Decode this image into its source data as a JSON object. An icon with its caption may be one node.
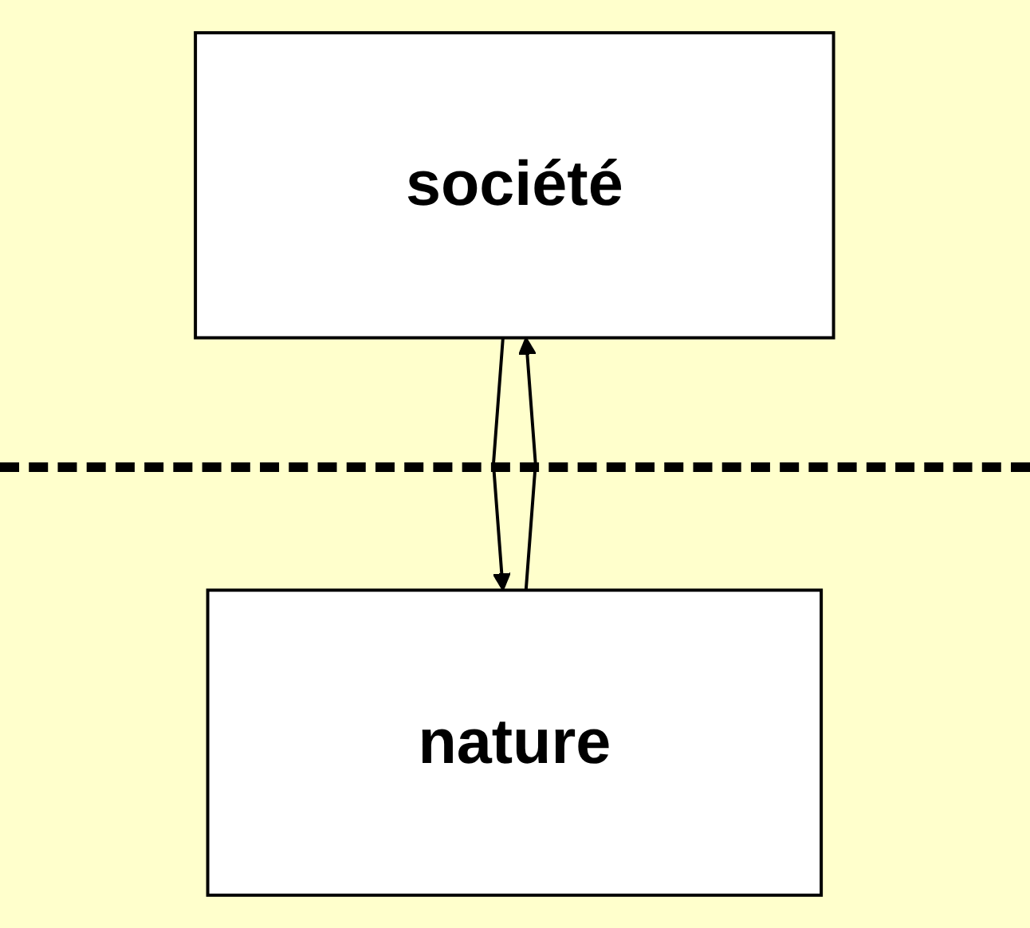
{
  "diagram": {
    "nodes": [
      {
        "text": [
          "société"
        ]
      },
      {
        "text": [
          "nature"
        ]
      }
    ],
    "edges": [
      {
        "from": 0,
        "to": 1,
        "arrow": "to"
      },
      {
        "from": 1,
        "to": 0,
        "arrow": "to"
      }
    ]
  }
}
